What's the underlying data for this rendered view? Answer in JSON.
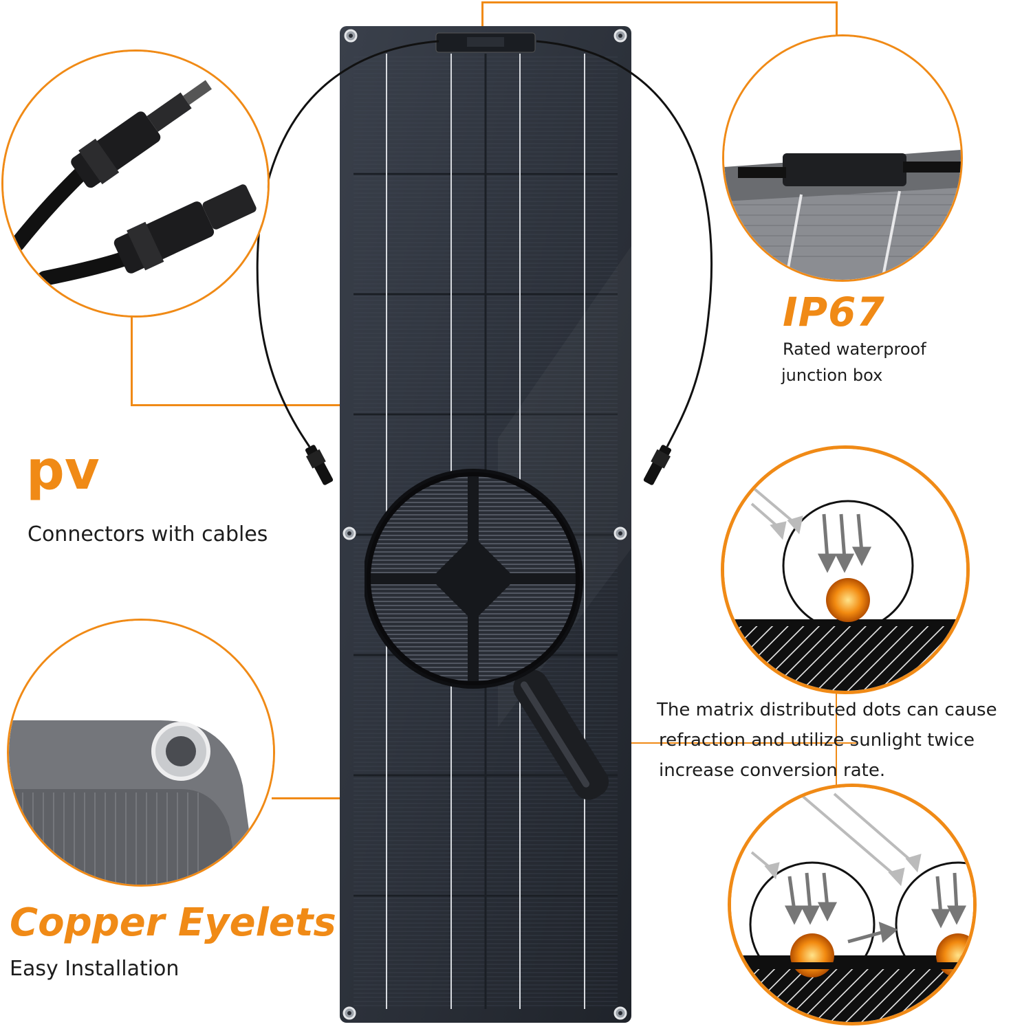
{
  "colors": {
    "accent": "#f08a16",
    "panel": "#2a2f38",
    "text": "#1c1c1c"
  },
  "features": {
    "pv": {
      "title": "pv",
      "subtitle": "Connectors with cables",
      "image_icon": "mc4-connector-icon"
    },
    "ip67": {
      "title": "IP67",
      "subtitle_line1": "Rated waterproof",
      "subtitle_line2": "junction box",
      "image_icon": "junction-box-icon"
    },
    "eyelets": {
      "title": "Copper Eyelets",
      "subtitle": "Easy Installation",
      "image_icon": "eyelet-icon"
    },
    "matrix": {
      "line1": "The matrix distributed dots can cause",
      "line2": "refraction and utilize sunlight twice",
      "line3": "increase conversion rate.",
      "image_icon": "refraction-diagram-icon"
    }
  },
  "panel": {
    "image_icon": "solar-panel-icon",
    "magnifier_icon": "magnifier-icon"
  }
}
